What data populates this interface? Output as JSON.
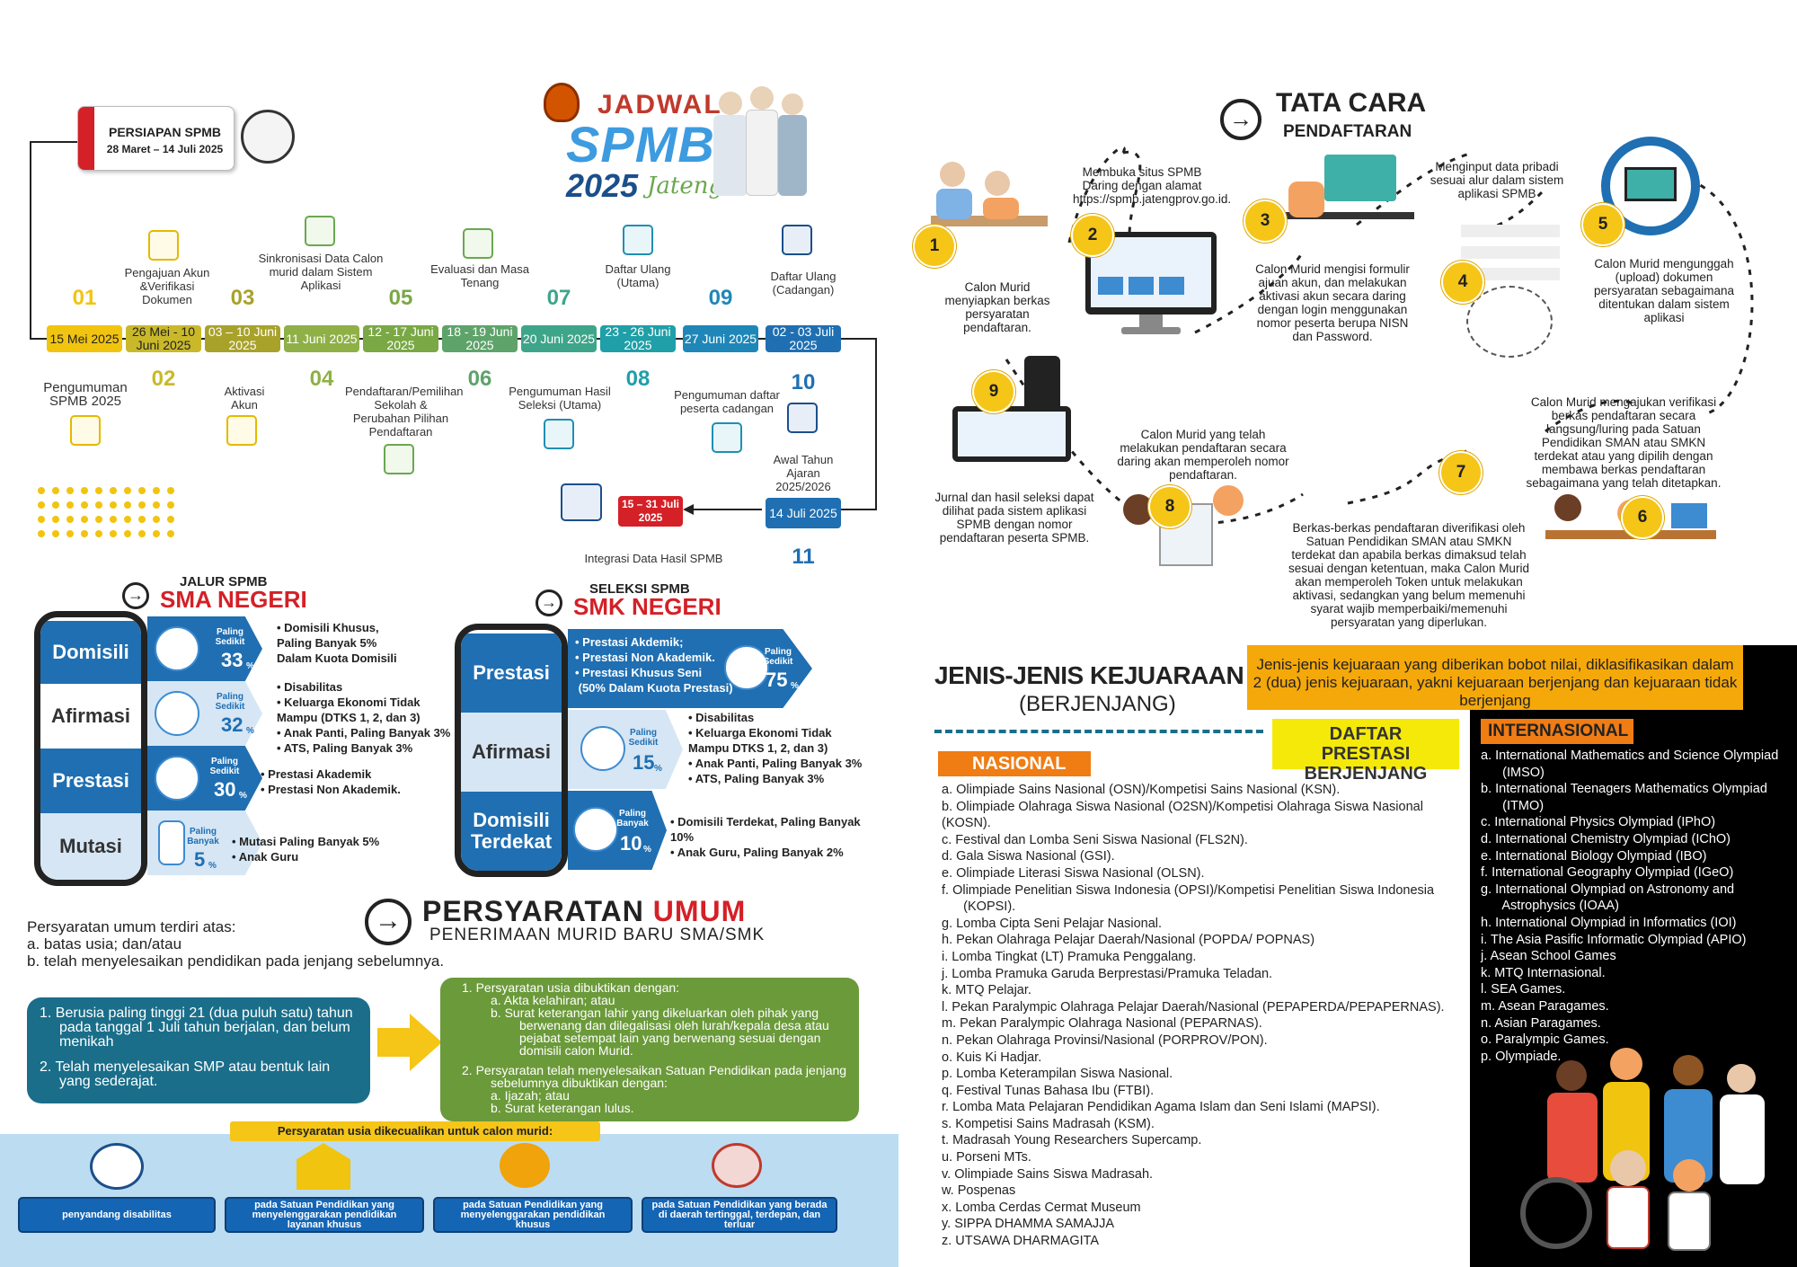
{
  "header": {
    "jadwal": "JADWAL",
    "spmb": "SPMB",
    "year": "2025",
    "region": "Jateng"
  },
  "persiapan": {
    "title": "PERSIAPAN SPMB",
    "date": "28 Maret – 14 Juli 2025"
  },
  "timeline": [
    {
      "num": "01",
      "date": "15 Mei 2025",
      "caption": "Pengumuman SPMB 2025"
    },
    {
      "num": "02",
      "date": "26 Mei - 10 Juni 2025",
      "caption": "Pengajuan Akun &Verifikasi Dokumen"
    },
    {
      "num": "03",
      "date": "03 – 10 Juni 2025",
      "caption": "Aktivasi Akun"
    },
    {
      "num": "04",
      "date": "11 Juni 2025",
      "caption": "Sinkronisasi Data Calon murid dalam Sistem Aplikasi"
    },
    {
      "num": "05",
      "date": "12 - 17 Juni 2025",
      "caption": "Pendaftaran/Pemilihan Sekolah & Perubahan Pilihan Pendaftaran"
    },
    {
      "num": "06",
      "date": "18 - 19 Juni 2025",
      "caption": "Evaluasi dan Masa Tenang"
    },
    {
      "num": "07",
      "date": "20 Juni 2025",
      "caption": "Pengumuman Hasil Seleksi (Utama)"
    },
    {
      "num": "08",
      "date": "23 - 26 Juni 2025",
      "caption": "Daftar Ulang (Utama)"
    },
    {
      "num": "09",
      "date": "27 Juni 2025",
      "caption": "Pengumuman daftar peserta cadangan"
    },
    {
      "num": "10",
      "date": "02 - 03 Juli 2025",
      "caption": "Daftar Ulang (Cadangan)"
    },
    {
      "num": "11",
      "date": "14 Juli 2025",
      "caption": "Awal Tahun Ajaran 2025/2026"
    },
    {
      "num": "",
      "date": "15 – 31 Juli 2025",
      "caption": "Integrasi Data Hasil SPMB"
    }
  ],
  "sma": {
    "small": "JALUR SPMB",
    "title": "SMA NEGERI",
    "rows": [
      {
        "label": "Domisili",
        "kind": "Paling Sedikit",
        "pct": "33",
        "items": [
          "Domisili Khusus, Paling Banyak 5% Dalam Kuota Domisili"
        ]
      },
      {
        "label": "Afirmasi",
        "kind": "Paling Sedikit",
        "pct": "32",
        "items": [
          "Disabilitas",
          "Keluarga Ekonomi Tidak Mampu (DTKS 1, 2, dan 3)",
          "Anak Panti, Paling Banyak 3%",
          "ATS, Paling Banyak 3%"
        ]
      },
      {
        "label": "Prestasi",
        "kind": "Paling Sedikit",
        "pct": "30",
        "items": [
          "Prestasi Akademik",
          "Prestasi Non Akademik."
        ]
      },
      {
        "label": "Mutasi",
        "kind": "Paling Banyak",
        "pct": "5",
        "items": [
          "Mutasi Paling Banyak 5%",
          "Anak Guru"
        ]
      }
    ]
  },
  "smk": {
    "small": "SELEKSI SPMB",
    "title": "SMK NEGERI",
    "rows": [
      {
        "label": "Prestasi",
        "kind": "Paling Sedikit",
        "pct": "75",
        "items": [
          "Prestasi Akdemik;",
          "Prestasi Non Akademik.",
          "Prestasi Khusus Seni",
          "(50% Dalam Kuota Prestasi)"
        ]
      },
      {
        "label": "Afirmasi",
        "kind": "Paling Sedikit",
        "pct": "15",
        "items": [
          "Disabilitas",
          "Keluarga Ekonomi Tidak Mampu DTKS 1, 2, dan 3)",
          "Anak Panti, Paling Banyak 3%",
          "ATS, Paling Banyak 3%"
        ]
      },
      {
        "label": "Domisili Terdekat",
        "kind": "Paling Banyak",
        "pct": "10",
        "items": [
          "Domisili Terdekat, Paling Banyak 10%",
          "Anak Guru, Paling Banyak 2%"
        ]
      }
    ]
  },
  "persyaratan": {
    "title_a": "PERSYARATAN",
    "title_b": "UMUM",
    "subtitle": "PENERIMAAN MURID BARU SMA/SMK",
    "intro": "Persyaratan umum terdiri atas:",
    "intro_items": [
      "a.  batas usia; dan/atau",
      "b.  telah menyelesaikan pendidikan pada jenjang sebelumnya."
    ],
    "left_box": [
      "1.  Berusia paling tinggi 21 (dua puluh satu) tahun pada tanggal 1 Juli tahun berjalan, dan belum menikah",
      "2.  Telah menyelesaikan SMP atau bentuk lain yang sederajat."
    ],
    "right_box": [
      "1.   Persyaratan usia dibuktikan dengan:",
      "a.   Akta kelahiran; atau",
      "b.   Surat keterangan lahir yang dikeluarkan oleh pihak yang berwenang dan dilegalisasi oleh lurah/kepala desa atau pejabat setempat lain yang berwenang sesuai dengan domisili calon Murid.",
      "2.   Persyaratan telah menyelesaikan Satuan Pendidikan pada jenjang sebelumnya dibuktikan dengan:",
      "a.   Ijazah; atau",
      "b.   Surat keterangan lulus."
    ],
    "exception_title": "Persyaratan usia dikecualikan untuk calon murid:",
    "exceptions": [
      "penyandang disabilitas",
      "pada Satuan Pendidikan yang menyelenggarakan pendidikan layanan khusus",
      "pada Satuan Pendidikan yang menyelenggarakan pendidikan khusus",
      "pada Satuan Pendidikan yang berada di daerah tertinggal, terdepan, dan terluar"
    ]
  },
  "tatacara": {
    "title": "TATA CARA",
    "subtitle": "PENDAFTARAN",
    "steps": [
      {
        "num": "1",
        "text": "Calon Murid menyiapkan berkas persyaratan pendaftaran."
      },
      {
        "num": "2",
        "text": "Membuka situs SPMB Daring dengan alamat https://spmb.jatengprov.go.id."
      },
      {
        "num": "3",
        "text": "Calon Murid mengisi formulir ajuan akun, dan melakukan aktivasi akun secara daring dengan login menggunakan nomor peserta berupa NISN dan Password."
      },
      {
        "num": "4",
        "text": "Menginput data pribadi sesuai alur dalam sistem aplikasi SPMB"
      },
      {
        "num": "5",
        "text": "Calon Murid mengunggah (upload) dokumen persyaratan sebagaimana ditentukan dalam sistem aplikasi"
      },
      {
        "num": "6",
        "text": "Calon Murid mengajukan verifikasi berkas pendaftaran secara langsung/luring pada Satuan Pendidikan SMAN atau SMKN terdekat atau yang dipilih dengan membawa berkas pendaftaran sebagaimana yang telah ditetapkan."
      },
      {
        "num": "7",
        "text": "Berkas-berkas pendaftaran diverifikasi oleh Satuan Pendidikan SMAN atau SMKN terdekat dan apabila berkas dimaksud telah sesuai dengan ketentuan, maka Calon Murid akan memperoleh Token untuk melakukan aktivasi, sedangkan yang belum memenuhi syarat wajib memperbaiki/memenuhi persyaratan yang diperlukan."
      },
      {
        "num": "8",
        "text": "Calon Murid yang telah melakukan pendaftaran secara daring akan memperoleh nomor pendaftaran."
      },
      {
        "num": "9",
        "text": "Jurnal dan hasil seleksi dapat dilihat pada sistem aplikasi SPMB dengan nomor pendaftaran peserta SPMB."
      }
    ]
  },
  "kejuaraan": {
    "title": "JENIS-JENIS KEJUARAAN",
    "subtitle": "(BERJENJANG)",
    "note": "Jenis-jenis kejuaraan yang diberikan bobot nilai, diklasifikasikan dalam 2 (dua) jenis kejuaraan, yakni kejuaraan berjenjang dan kejuaraan tidak berjenjang",
    "daftar": "DAFTAR PRESTASI BERJENJANG",
    "nasional_title": "NASIONAL",
    "nasional": [
      "a.  Olimpiade Sains Nasional (OSN)/Kompetisi Sains Nasional (KSN).",
      "b.  Olimpiade Olahraga Siswa Nasional (O2SN)/Kompetisi Olahraga Siswa Nasional (KOSN).",
      "c.  Festival dan Lomba Seni Siswa Nasional (FLS2N).",
      "d.  Gala Siswa Nasional (GSI).",
      "e.  Olimpiade Literasi Siswa Nasional (OLSN).",
      "f.   Olimpiade Penelitian Siswa Indonesia (OPSI)/Kompetisi Penelitian Siswa Indonesia",
      "      (KOPSI).",
      "g.  Lomba Cipta Seni Pelajar Nasional.",
      "h.  Pekan Olahraga Pelajar Daerah/Nasional (POPDA/ POPNAS)",
      "i.   Lomba Tingkat (LT) Pramuka Penggalang.",
      "j.   Lomba Pramuka Garuda Berprestasi/Pramuka Teladan.",
      "k.  MTQ Pelajar.",
      "l.   Pekan Paralympic Olahraga Pelajar Daerah/Nasional (PEPAPERDA/PEPAPERNAS).",
      "m. Pekan Paralympic Olahraga Nasional (PEPARNAS).",
      "n.  Pekan Olahraga Provinsi/Nasional (PORPROV/PON).",
      "o.  Kuis Ki Hadjar.",
      "p.  Lomba Keterampilan Siswa Nasional.",
      "q.  Festival Tunas Bahasa Ibu (FTBI).",
      "r.   Lomba Mata Pelajaran Pendidikan Agama Islam dan Seni Islami (MAPSI).",
      "s.  Kompetisi Sains Madrasah (KSM).",
      "t.   Madrasah Young Researchers Supercamp.",
      "u.  Porseni MTs.",
      "v.  Olimpiade Sains Siswa Madrasah.",
      "w. Pospenas",
      "x.  Lomba Cerdas Cermat Museum",
      "y.  SIPPA DHAMMA SAMAJJA",
      "z.  UTSAWA DHARMAGITA"
    ],
    "internasional_title": "INTERNASIONAL",
    "internasional": [
      "a.  International Mathematics and Science Olympiad",
      "      (IMSO)",
      "b.  International Teenagers Mathematics Olympiad",
      "      (ITMO)",
      "c.  International Physics Olympiad (IPhO)",
      "d.  International Chemistry Olympiad (IChO)",
      "e.  International Biology Olympiad (IBO)",
      "f.   International Geography Olympiad (IGeO)",
      "g.  International Olympiad on Astronomy and",
      "      Astrophysics (IOAA)",
      "h.  International Olympiad in Informatics (IOI)",
      "i.   The Asia Pasific Informatic Olympiad (APIO)",
      "j.   Asean School Games",
      "k.  MTQ Internasional.",
      "l.   SEA Games.",
      "m. Asean Paragames.",
      "n.  Asian Paragames.",
      "o.  Paralympic Games.",
      "p.  Olympiade."
    ]
  },
  "colors": {
    "yellow": "#f1c40f",
    "olive": "#a8a22a",
    "green": "#7aa844",
    "teal": "#1f9fa8",
    "blue": "#1f6fb2",
    "navy": "#1b4f8a",
    "red": "#d42027",
    "orange": "#f0a30a"
  },
  "icons": [
    "monitor-icon",
    "document-icon",
    "keyboard-icon",
    "graduation-cap-icon",
    "book-icon",
    "wheelchair-icon",
    "school-icon",
    "hands-icon",
    "building-icon"
  ]
}
